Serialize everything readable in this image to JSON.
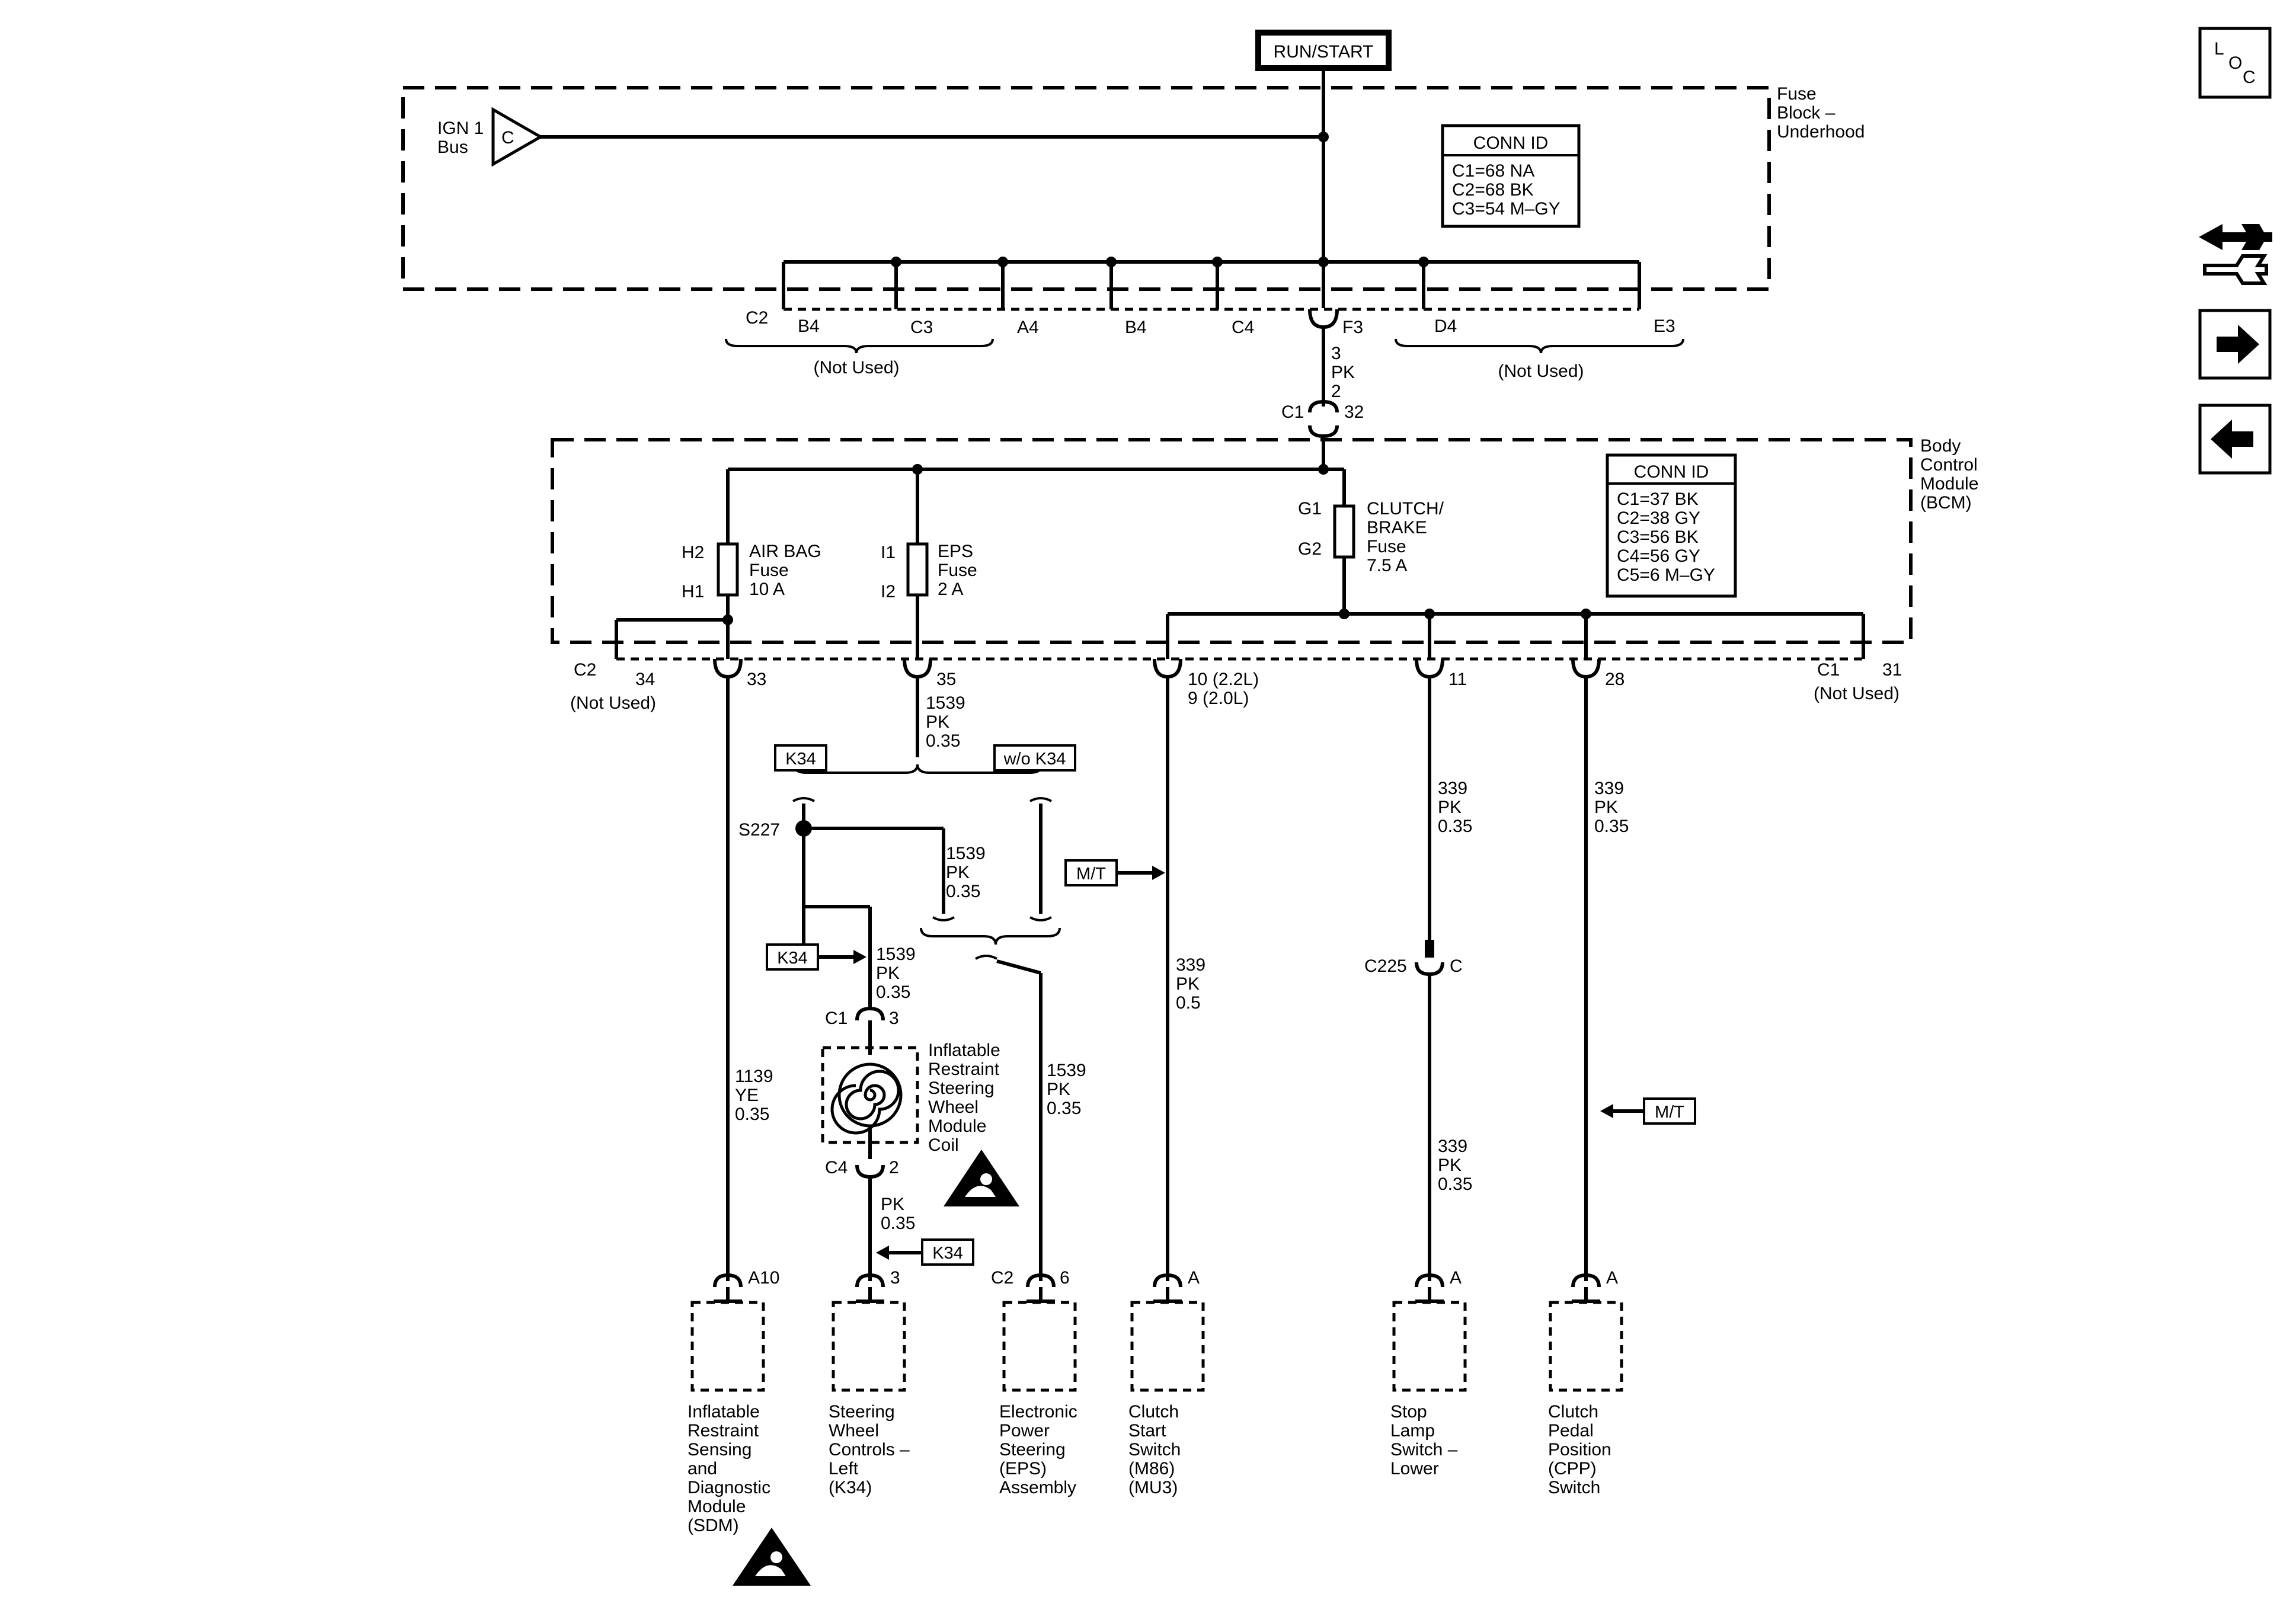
{
  "top": {
    "source_label": "RUN/START"
  },
  "fuse_block": {
    "name_lines": [
      "Fuse",
      "Block –",
      "Underhood"
    ],
    "ign_bus": [
      "IGN 1",
      "Bus"
    ],
    "ign_symbol": "C",
    "conn_id_title": "CONN ID",
    "conn_ids": [
      "C1=68 NA",
      "C2=68 BK",
      "C3=54 M–GY"
    ],
    "connector_prefix": "C2",
    "terminals": [
      "B4",
      "C3",
      "A4",
      "B4",
      "C4",
      "F3",
      "D4",
      "E3"
    ],
    "not_used_left": "(Not Used)",
    "not_used_right": "(Not Used)",
    "wire_f3": [
      "3",
      "PK",
      "2"
    ],
    "splice_c1": "C1",
    "splice_c1_pin": "32"
  },
  "bcm": {
    "name_lines": [
      "Body",
      "Control",
      "Module",
      "(BCM)"
    ],
    "conn_id_title": "CONN ID",
    "conn_ids": [
      "C1=37 BK",
      "C2=38 GY",
      "C3=56 BK",
      "C4=56 GY",
      "C5=6 M–GY"
    ],
    "fuse_airbag": {
      "top": "H2",
      "bottom": "H1",
      "name": [
        "AIR BAG",
        "Fuse",
        "10 A"
      ]
    },
    "fuse_eps": {
      "top": "I1",
      "bottom": "I2",
      "name": [
        "EPS",
        "Fuse",
        "2 A"
      ]
    },
    "fuse_clutch": {
      "top": "G1",
      "bottom": "G2",
      "name": [
        "CLUTCH/",
        "BRAKE",
        "Fuse",
        "7.5 A"
      ]
    },
    "pins": {
      "c2": "C2",
      "p34": "34",
      "p33": "33",
      "p35": "35",
      "p10": "10 (2.2L)",
      "p9": "9 (2.0L)",
      "p11": "11",
      "p28": "28",
      "c1": "C1",
      "p31": "31",
      "not_used_left": "(Not Used)",
      "not_used_right": "(Not Used)"
    }
  },
  "wires": {
    "w1539_a": [
      "1539",
      "PK",
      "0.35"
    ],
    "w1539_b": [
      "1539",
      "PK",
      "0.35"
    ],
    "w1539_c": [
      "1539",
      "PK",
      "0.35"
    ],
    "w1539_d": [
      "1539",
      "PK",
      "0.35"
    ],
    "w1139": [
      "1139",
      "YE",
      "0.35"
    ],
    "w339_clutch": [
      "339",
      "PK",
      "0.5"
    ],
    "w339_stop_up": [
      "339",
      "PK",
      "0.35"
    ],
    "w339_stop_down": [
      "339",
      "PK",
      "0.35"
    ],
    "w339_cpp": [
      "339",
      "PK",
      "0.35"
    ],
    "w_pk_sw": [
      "PK",
      "0.35"
    ]
  },
  "options": {
    "k34": "K34",
    "wo_k34": "w/o K34",
    "mt": "M/T"
  },
  "splices": {
    "s227": "S227"
  },
  "coil": {
    "c1": "C1",
    "c1_pin": "3",
    "c4": "C4",
    "c4_pin": "2",
    "name_lines": [
      "Inflatable",
      "Restraint",
      "Steering",
      "Wheel",
      "Module",
      "Coil"
    ]
  },
  "c225": {
    "id": "C225",
    "pin": "C"
  },
  "components": {
    "sdm": {
      "pin": "A10",
      "name_lines": [
        "Inflatable",
        "Restraint",
        "Sensing",
        "and",
        "Diagnostic",
        "Module",
        "(SDM)"
      ]
    },
    "swc": {
      "pin": "3",
      "name_lines": [
        "Steering",
        "Wheel",
        "Controls –",
        "Left",
        "(K34)"
      ]
    },
    "eps": {
      "conn": "C2",
      "pin": "6",
      "name_lines": [
        "Electronic",
        "Power",
        "Steering",
        "(EPS)",
        "Assembly"
      ]
    },
    "clutch_start": {
      "pin": "A",
      "name_lines": [
        "Clutch",
        "Start",
        "Switch",
        "(M86)",
        "(MU3)"
      ]
    },
    "stop_lamp": {
      "pin": "A",
      "name_lines": [
        "Stop",
        "Lamp",
        "Switch –",
        "Lower"
      ]
    },
    "cpp": {
      "pin": "A",
      "name_lines": [
        "Clutch",
        "Pedal",
        "Position",
        "(CPP)",
        "Switch"
      ]
    }
  },
  "nav": {
    "loc": [
      "L",
      "O",
      "C"
    ],
    "icons": [
      "component-locator-icon",
      "wrench-arrows-icon",
      "next-arrow-icon",
      "back-arrow-icon"
    ]
  }
}
